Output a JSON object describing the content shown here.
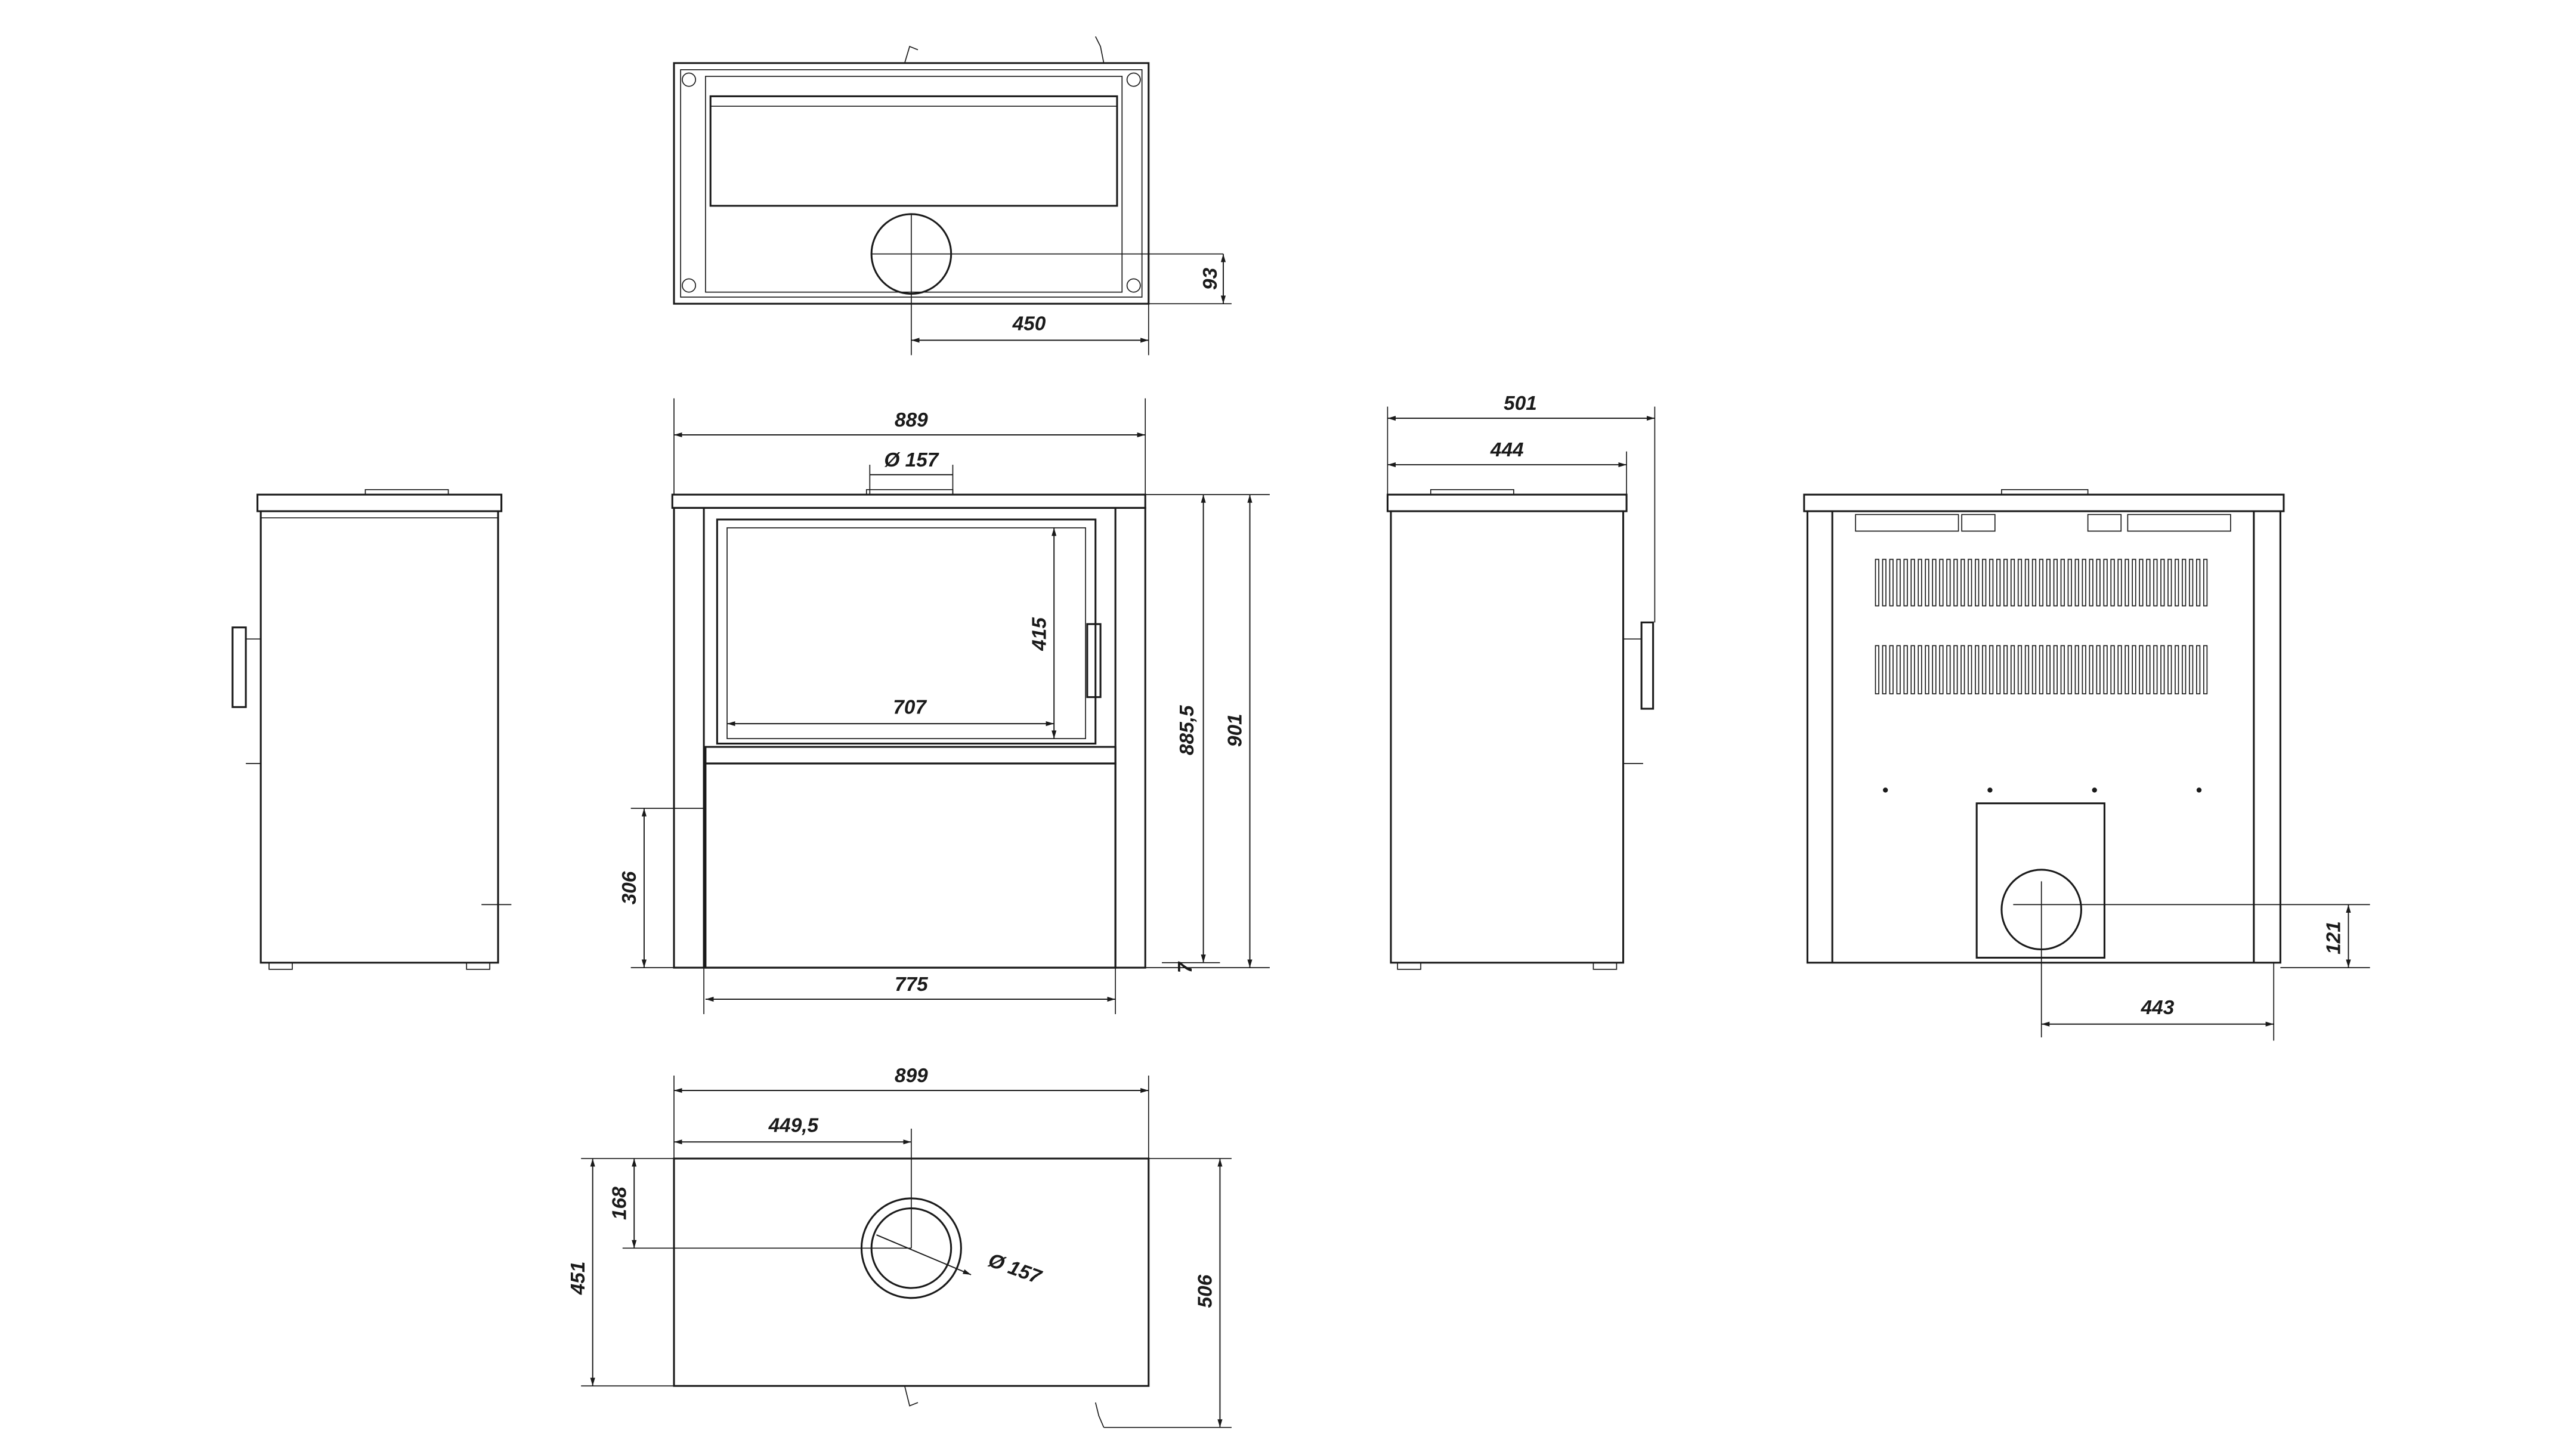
{
  "title": "Stove dimension drawing",
  "colors": {
    "line": "#1a1a1a",
    "background": "#ffffff"
  },
  "top_view": {
    "dim_flue_offset": "93",
    "dim_flue_side": "450"
  },
  "front_view": {
    "dim_width": "889",
    "dim_flue_diameter": "Ø 157",
    "dim_window_height": "415",
    "dim_window_width": "707",
    "dim_height_flue": "885,5",
    "dim_height_total": "901",
    "dim_lower_panel": "306",
    "dim_inner_width": "775",
    "dim_feet": "7"
  },
  "side_view": {
    "dim_depth_total": "501",
    "dim_depth_body": "444"
  },
  "back_view": {
    "dim_flue_height": "121",
    "dim_flue_side": "443"
  },
  "bottom_view": {
    "dim_width": "899",
    "dim_flue_center": "449,5",
    "dim_flue_front": "168",
    "dim_depth": "451",
    "dim_depth_total": "506",
    "dim_flue_diameter": "Ø 157"
  }
}
